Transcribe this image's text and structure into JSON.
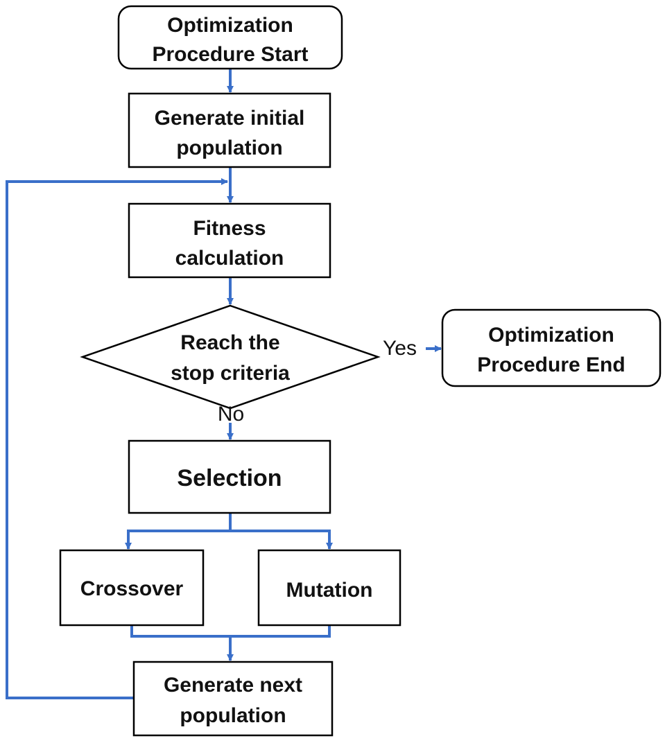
{
  "colors": {
    "connector": "#3a6fc9",
    "box_stroke": "#000000",
    "text": "#111111"
  },
  "nodes": {
    "start": {
      "line1": "Optimization",
      "line2": "Procedure Start"
    },
    "init_pop": {
      "line1": "Generate initial",
      "line2": "population"
    },
    "fitness": {
      "line1": "Fitness",
      "line2": "calculation"
    },
    "decision": {
      "line1": "Reach the",
      "line2": "stop criteria"
    },
    "end": {
      "line1": "Optimization",
      "line2": "Procedure End"
    },
    "selection": {
      "label": "Selection"
    },
    "crossover": {
      "label": "Crossover"
    },
    "mutation": {
      "label": "Mutation"
    },
    "next_pop": {
      "line1": "Generate next",
      "line2": "population"
    }
  },
  "edge_labels": {
    "yes": "Yes",
    "no": "No"
  }
}
